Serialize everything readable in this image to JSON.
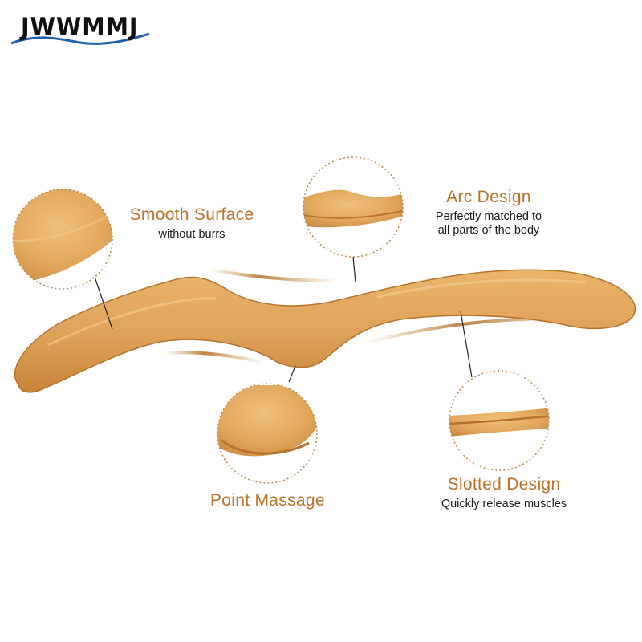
{
  "brand": {
    "logo_text": "JWWMMJ"
  },
  "features": {
    "smooth_surface": {
      "title": "Smooth Surface",
      "subtitle": "without burrs"
    },
    "arc_design": {
      "title": "Arc Design",
      "subtitle_line1": "Perfectly matched to",
      "subtitle_line2": "all parts of the body"
    },
    "point_massage": {
      "title": "Point Massage"
    },
    "slotted_design": {
      "title": "Slotted Design",
      "subtitle": "Quickly release muscles"
    }
  },
  "colors": {
    "accent_text": "#b87328",
    "wood_light": "#e8b066",
    "wood_mid": "#d89a4c",
    "wood_dark": "#b5722c",
    "logo_blue": "#1f5fb5"
  }
}
